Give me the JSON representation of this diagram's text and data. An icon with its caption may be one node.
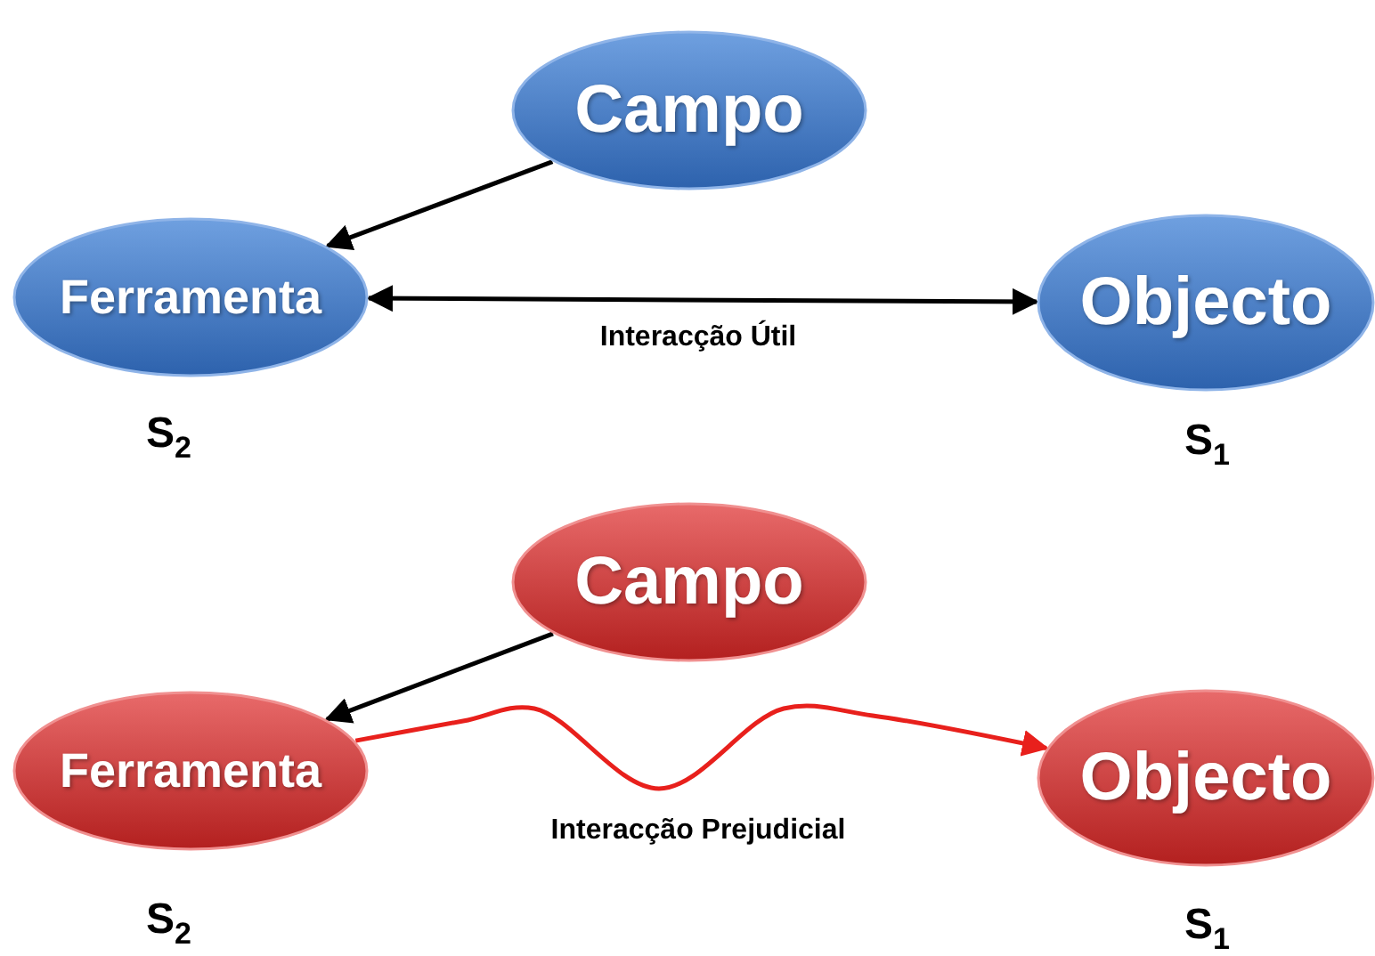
{
  "diagram": {
    "nodes": [
      {
        "text": [
          "Campo"
        ]
      },
      {
        "text": [
          "Ferramenta"
        ],
        "beside": [
          "S$_{2}$"
        ]
      },
      {
        "text": [
          "Objecto"
        ],
        "beside": [
          "S$_{1}$"
        ]
      },
      {
        "text": [
          "Campo"
        ]
      },
      {
        "text": [
          "Ferramenta"
        ],
        "beside": [
          "S$_{2}$"
        ]
      },
      {
        "text": [
          "Objecto"
        ],
        "beside": [
          "S$_{1}$"
        ]
      }
    ],
    "edges": [
      {
        "from": 0,
        "to": 1,
        "arrow": "to"
      },
      {
        "from": 1,
        "to": 2,
        "arrow": "both",
        "label": "Interacção Útil"
      },
      {
        "from": 3,
        "to": 4,
        "arrow": "to"
      },
      {
        "from": 4,
        "to": 5,
        "arrow": "to",
        "label": "Interacção Prejudicial",
        "color": "#e8201c"
      }
    ]
  }
}
